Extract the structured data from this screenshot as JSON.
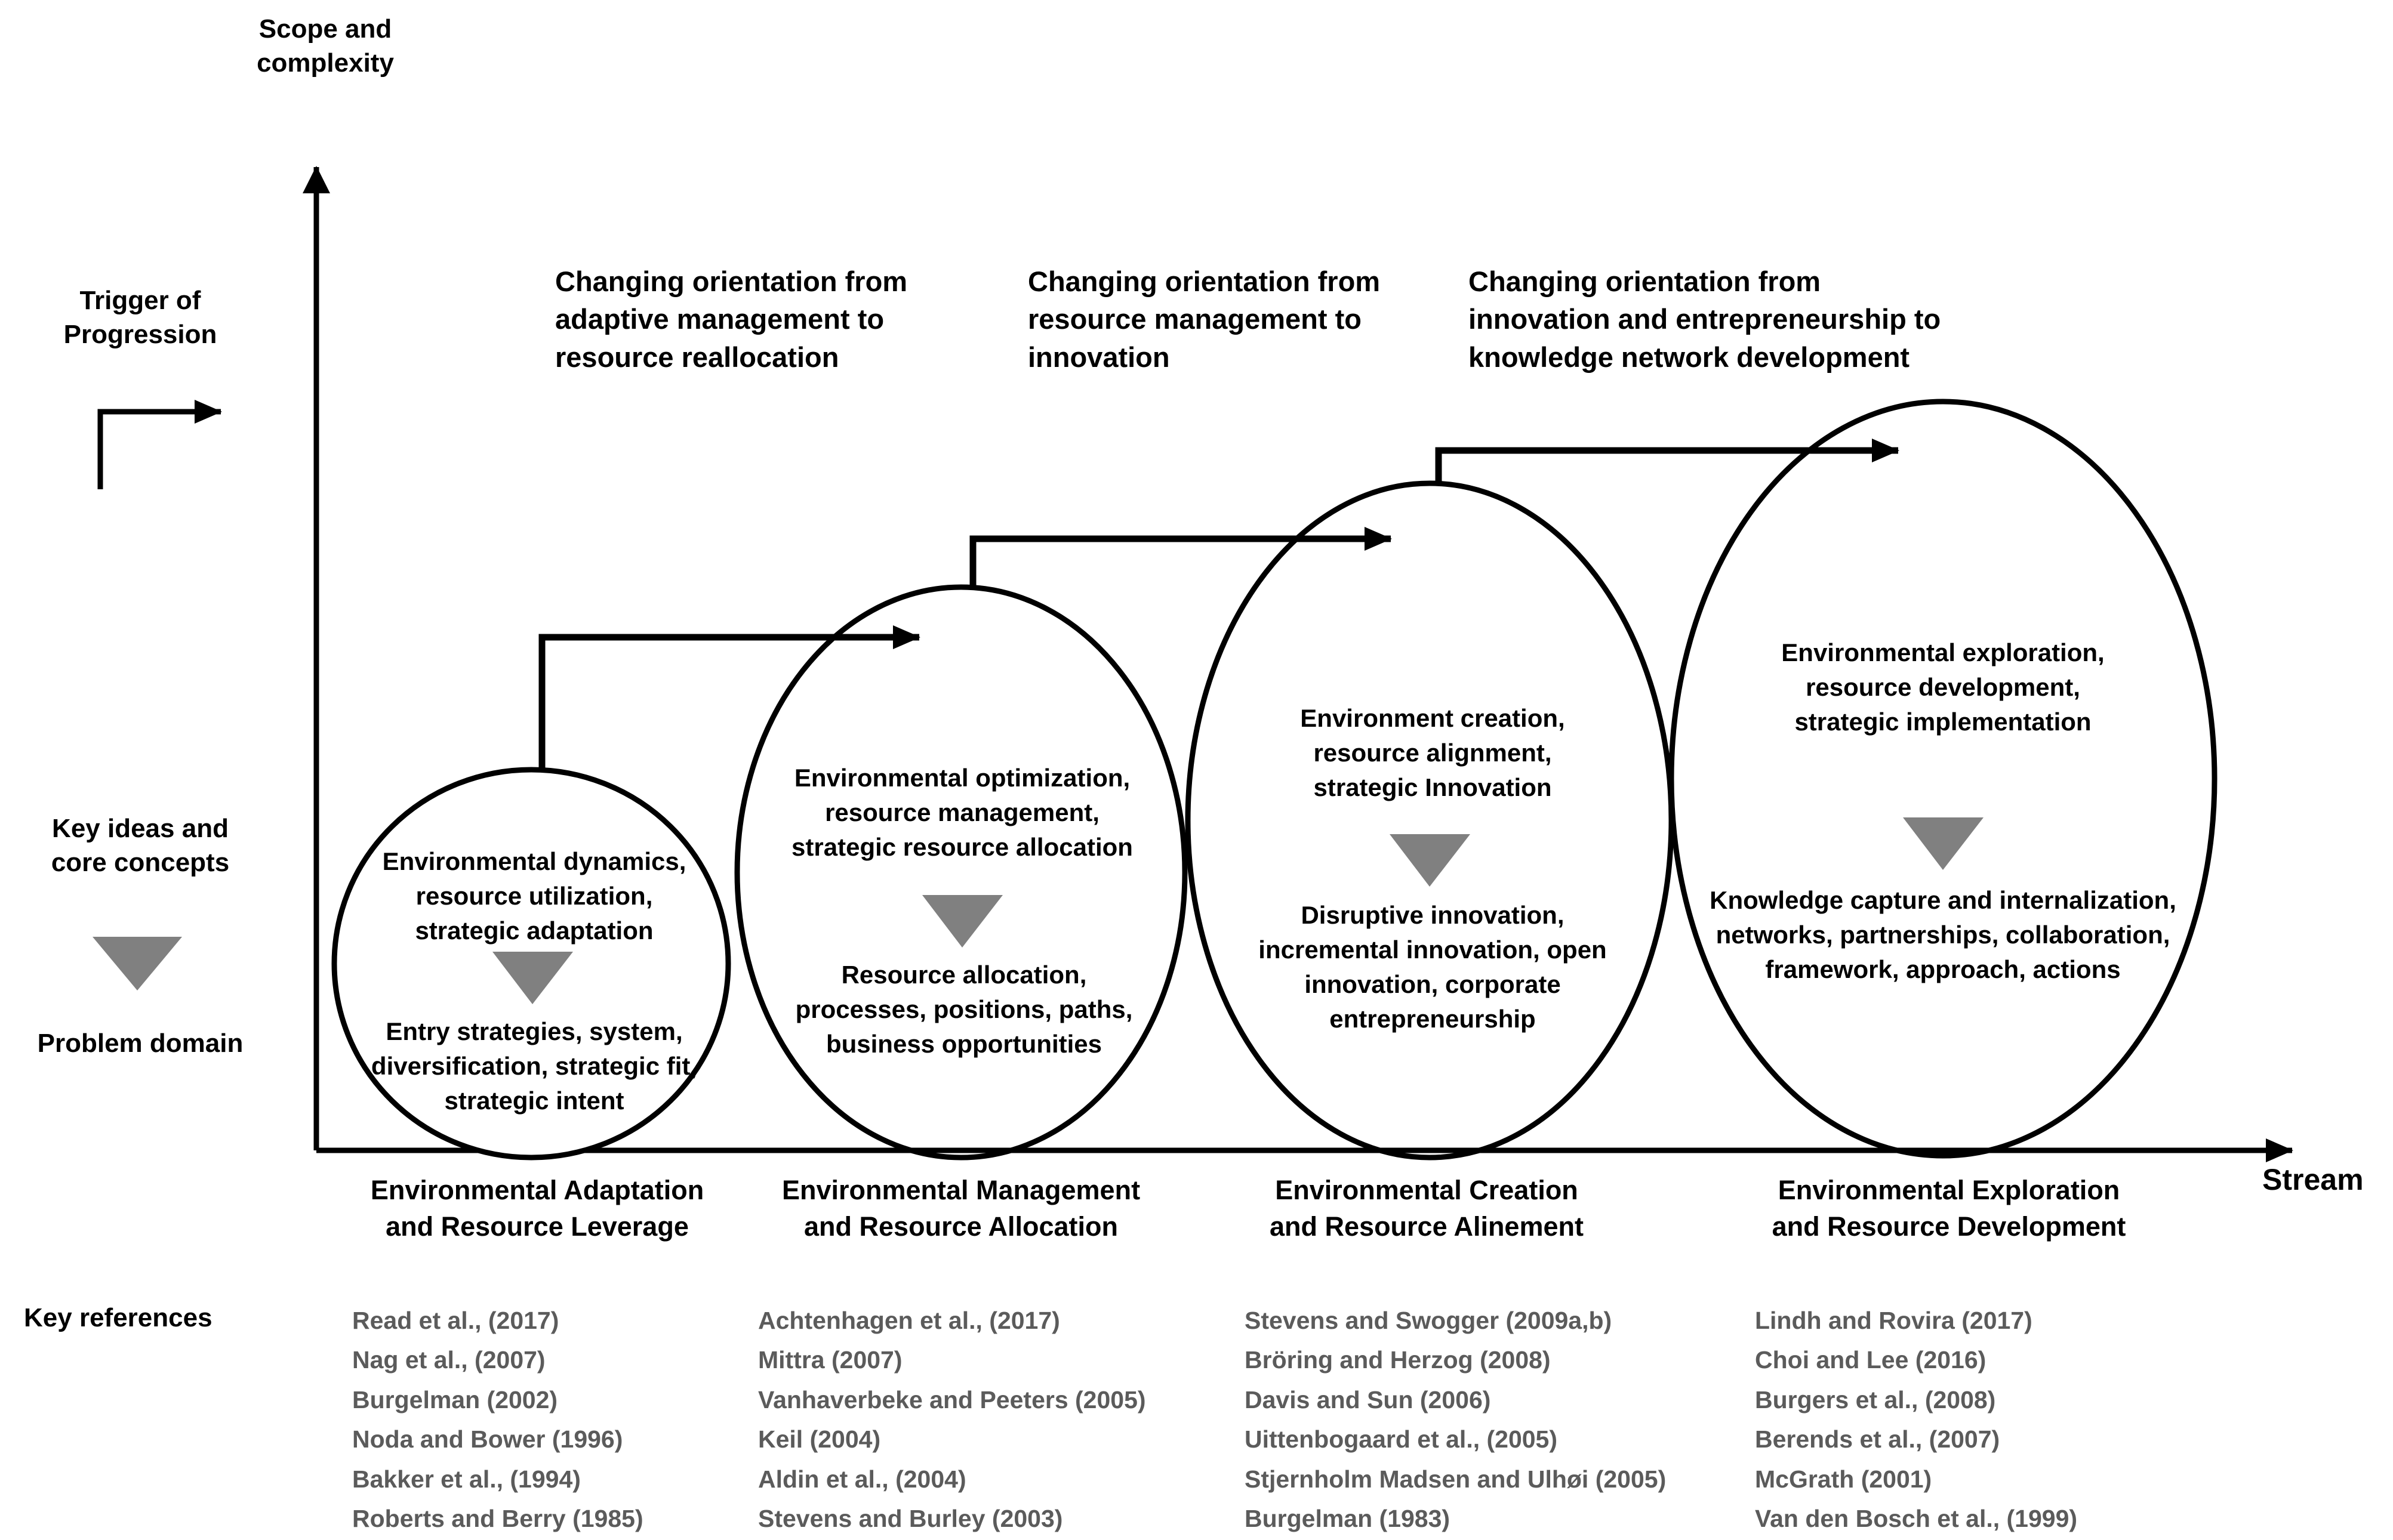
{
  "axes": {
    "y_label": "Scope and\ncomplexity",
    "x_label": "Stream"
  },
  "row_labels": {
    "trigger": "Trigger of\nProgression",
    "key_ideas": "Key ideas and\ncore concepts",
    "problem_domain": "Problem domain",
    "key_references": "Key references"
  },
  "triggers": [
    "Changing orientation from\nadaptive management to\nresource reallocation",
    "Changing orientation from\nresource management to\ninnovation",
    "Changing orientation from\ninnovation and entrepreneurship to\nknowledge network development"
  ],
  "stages": [
    {
      "key_ideas": "Environmental dynamics,\nresource utilization,\nstrategic adaptation",
      "problem_domain": "Entry strategies, system,\ndiversification, strategic fit,\nstrategic intent",
      "stream": "Environmental Adaptation\nand Resource Leverage",
      "references": [
        "Read et al., (2017)",
        "Nag et al., (2007)",
        "Burgelman (2002)",
        "Noda and Bower (1996)",
        "Bakker et al., (1994)",
        "Roberts and Berry (1985)"
      ]
    },
    {
      "key_ideas": "Environmental optimization,\nresource management,\nstrategic resource allocation",
      "problem_domain": "Resource allocation,\nprocesses, positions, paths,\nbusiness opportunities",
      "stream": "Environmental Management\nand Resource Allocation",
      "references": [
        "Achtenhagen et al., (2017)",
        "Mittra (2007)",
        "Vanhaverbeke and Peeters (2005)",
        "Keil (2004)",
        "Aldin et al., (2004)",
        "Stevens and Burley (2003)"
      ]
    },
    {
      "key_ideas": "Environment creation,\nresource alignment,\nstrategic Innovation",
      "problem_domain": "Disruptive innovation,\nincremental innovation, open\ninnovation, corporate\nentrepreneurship",
      "stream": "Environmental Creation\nand Resource Alinement",
      "references": [
        "Stevens and Swogger (2009a,b)",
        "Bröring and Herzog (2008)",
        "Davis and Sun (2006)",
        "Uittenbogaard et al., (2005)",
        "Stjernholm Madsen and Ulhøi (2005)",
        "Burgelman (1983)"
      ]
    },
    {
      "key_ideas": "Environmental exploration,\nresource development,\nstrategic implementation",
      "problem_domain": "Knowledge capture and internalization,\nnetworks, partnerships, collaboration,\nframework, approach, actions",
      "stream": "Environmental Exploration\nand Resource Development",
      "references": [
        "Lindh and Rovira (2017)",
        "Choi and Lee (2016)",
        "Burgers et al., (2008)",
        "Berends et al., (2007)",
        "McGrath (2001)",
        "Van den Bosch et al., (1999)"
      ]
    }
  ],
  "colors": {
    "stroke": "#000000",
    "triangle_fill": "#808080",
    "reference_text": "#5b5b5b",
    "background": "#ffffff"
  },
  "icons": {
    "down_triangle": "down-triangle-icon",
    "progression_arrow": "step-arrow-icon"
  }
}
